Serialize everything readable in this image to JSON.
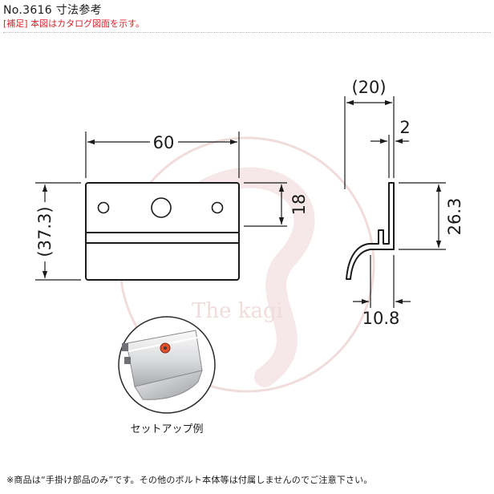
{
  "header": {
    "title": "No.3616 寸法参考",
    "note": "[補足] 本図はカタログ図面を示す。"
  },
  "front_view": {
    "width_dim": "60",
    "height_dim": "(37.3)",
    "hole_span_dim": "18"
  },
  "side_view": {
    "depth_dim": "(20)",
    "thickness_dim": "2",
    "height_dim": "26.3",
    "hook_dim": "10.8"
  },
  "watermark": "The kagi",
  "photo": {
    "caption": "セットアップ例"
  },
  "footer": {
    "note": "※商品は“手掛け部品のみ”です。その他のボルト本体等は付属しませんのでご注意下さい。"
  },
  "colors": {
    "line": "#1a1a1a",
    "note_red": "#d8232a",
    "watermark": "#f1dcdc",
    "photo_accent": "#e0502a"
  }
}
